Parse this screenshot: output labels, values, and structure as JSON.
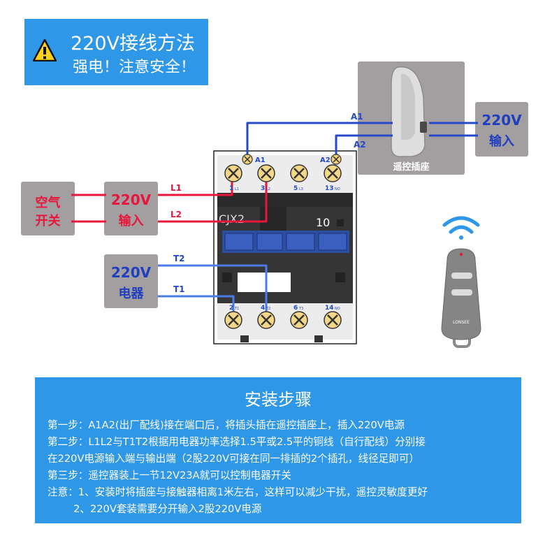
{
  "banner": {
    "title": "220V接线方法",
    "subtitle": "强电！注意安全！"
  },
  "contactor": {
    "top_labels": [
      "A1",
      "A2"
    ],
    "top_terminals": [
      "1",
      "3",
      "5",
      "13"
    ],
    "top_subs": [
      "L1",
      "L2",
      "L3",
      "NO"
    ],
    "bottom_terminals": [
      "2",
      "4",
      "6",
      "14"
    ],
    "bottom_subs": [
      "T1",
      "T2",
      "T3",
      "NO"
    ],
    "model": "CJX2",
    "rating": "10"
  },
  "wires": {
    "a1": "A1",
    "a2": "A2",
    "l1": "L1",
    "l2": "L2",
    "t1": "T1",
    "t2": "T2"
  },
  "remote_socket": {
    "label": "遥控插座"
  },
  "input_right": {
    "line1": "220V",
    "line2": "输入"
  },
  "air_switch": {
    "line1": "空气",
    "line2": "开关"
  },
  "input_left": {
    "line1": "220V",
    "line2": "输入"
  },
  "appliance": {
    "line1": "220V",
    "line2": "电器"
  },
  "remote": {
    "brand": "LONSEE"
  },
  "steps": {
    "title": "安装步骤",
    "lines": [
      "第一步：A1A2(出厂配线)接在端口后，将插头插在遥控插座上，插入220V电源",
      "第二步：L1L2与T1T2根据用电器功率选择1.5平或2.5平的铜线（自行配线）分别接",
      "在220V电源输入端与输出端（2股220V可接在同一排插的2个插孔，线径足即可）",
      "第三步：遥控器装上一节12V23A就可以控制电器开关",
      "注意：1、安装时将插座与接触器相离1米左右，这样可以减少干扰，遥控灵敏度更好",
      "        2、220V套装需要分开输入2股220V电源"
    ]
  },
  "colors": {
    "banner_blue": "#2f97e8",
    "wire_red": "#e8153d",
    "wire_blue": "#2448c8",
    "box_gray": "#a39ea0"
  }
}
